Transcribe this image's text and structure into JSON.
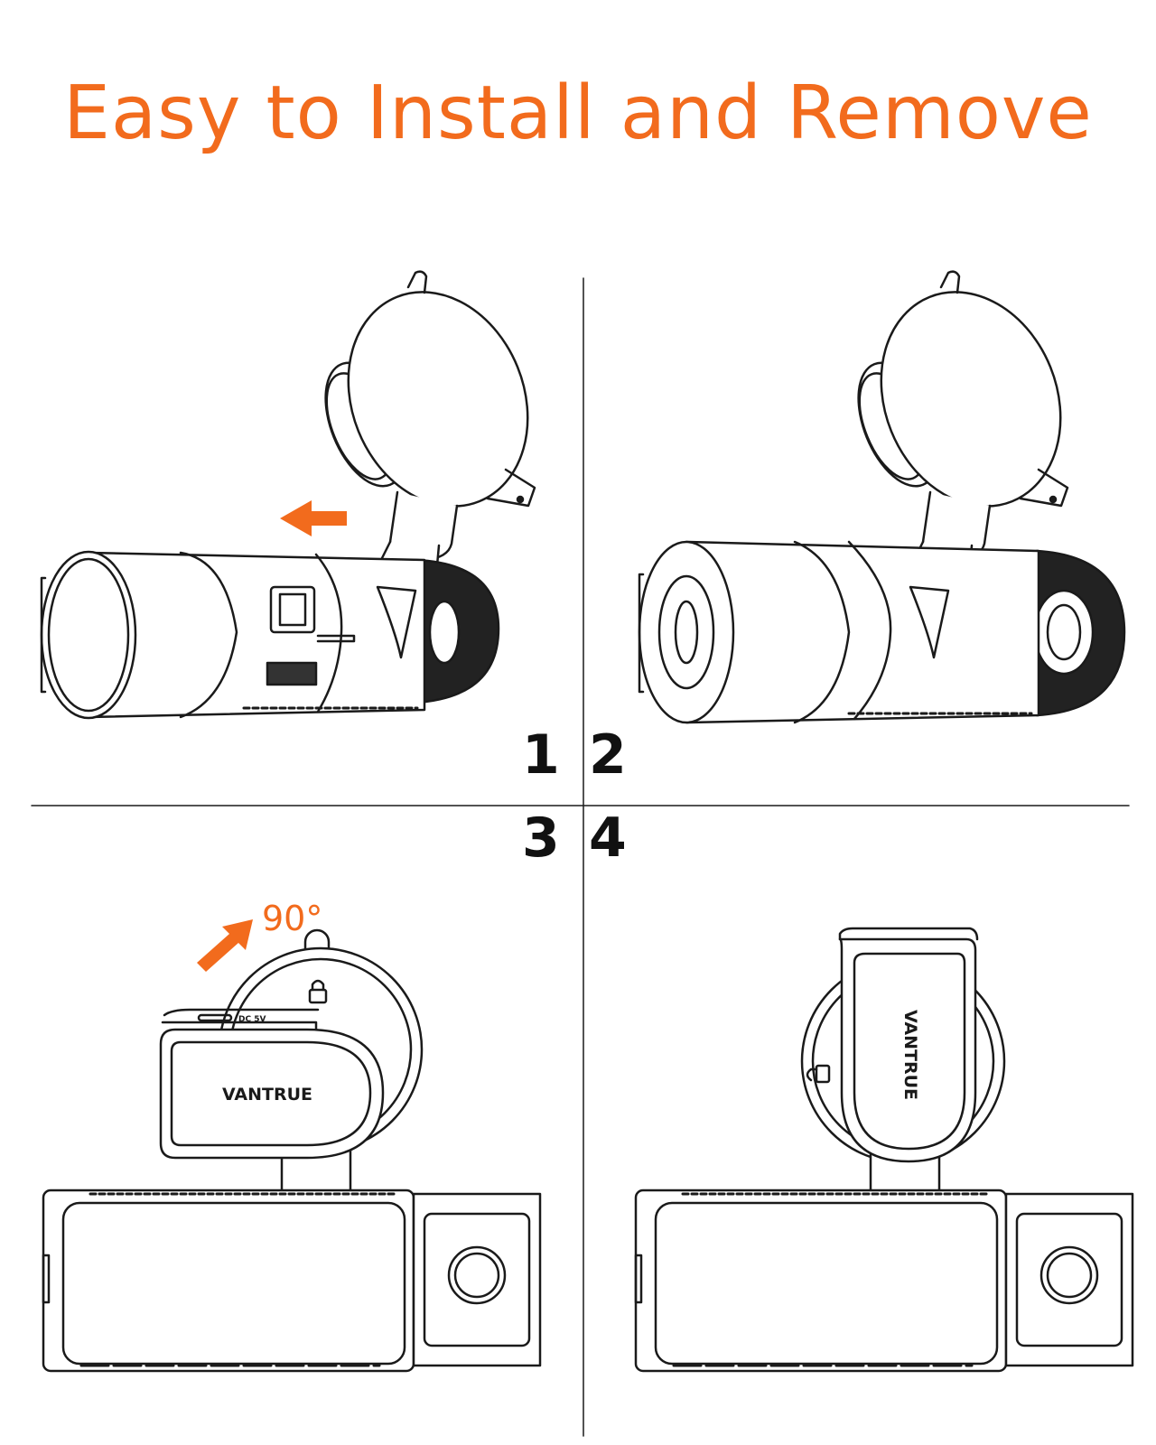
{
  "title": "Easy to Install and Remove",
  "steps": [
    "1",
    "2",
    "3",
    "4"
  ],
  "rotation_label": "90°",
  "brand_label": "VANTRUE",
  "port_label": "DC 5V",
  "colors": {
    "accent": "#f26b1d",
    "line": "#1a1a1a",
    "background": "#ffffff"
  },
  "icons": [
    "arrow-left-icon",
    "rotate-arrow-icon",
    "lock-icon",
    "unlock-icon"
  ]
}
